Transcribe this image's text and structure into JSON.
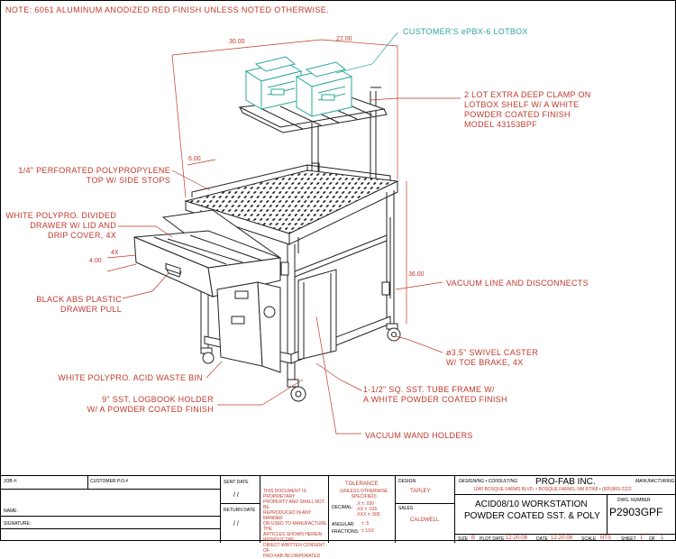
{
  "header_note": "NOTE: 6061 ALUMINUM ANODIZED RED FINISH UNLESS NOTED OTHERWISE.",
  "dimensions": {
    "width_30": "30.00",
    "depth_27": "27.00",
    "depth_6": "6.00",
    "drawer_4": "4.00",
    "drawer_4x": "4X",
    "height_36": "36.00"
  },
  "callouts": {
    "lotbox": "CUSTOMER'S ePBX-6 LOTBOX",
    "clamp": [
      "2 LOT EXTRA DEEP CLAMP ON",
      "LOTBOX SHELF W/ A WHITE",
      "POWDER COATED FINISH",
      "MODEL 43153BPF"
    ],
    "top": [
      "1/4\" PERFORATED POLYPROPYLENE",
      "TOP W/ SIDE STOPS"
    ],
    "drawer": [
      "WHITE POLYPRO. DIVIDED",
      "DRAWER W/ LID AND",
      "DRIP COVER, 4X"
    ],
    "pull": [
      "BLACK ABS PLASTIC",
      "DRAWER PULL"
    ],
    "vacuum_line": "VACUUM LINE AND DISCONNECTS",
    "caster": [
      "ø3.5\" SWIVEL CASTER",
      "W/ TOE BRAKE, 4X"
    ],
    "waste_bin": "WHITE POLYPRO. ACID WASTE BIN",
    "frame": [
      "1-1/2\" SQ. SST. TUBE FRAME W/",
      "A WHITE POWDER COATED FINISH"
    ],
    "logbook": [
      "9\" SST. LOGBOOK HOLDER",
      "W/ A POWDER COATED FINISH"
    ],
    "wand": "VACUUM WAND HOLDERS"
  },
  "title_block": {
    "job_label": "JOB #:",
    "customer_po_label": "CUSTOMER P.O.#",
    "name_label": "NAME:",
    "signature_label": "SIGNATURE:",
    "sent_date_label": "SENT DATE",
    "sent_date_value": "/ /",
    "return_date_label": "RETURN DATE",
    "return_date_value": "/ /",
    "proprietary": [
      "THIS DOCUMENT IS PROPRIETARY",
      "PROPERTY AND SHALL NOT BE",
      "REPRODUCED IN ANY MANNER",
      "OR USED TO MANUFACTURE THE",
      "ARTICLES SHOWN HEREIN WITHOUT THE",
      "DIRECT WRITTEN CONSENT OF",
      "PRO-FAB INCORPORATED"
    ],
    "tolerance_title": "TOLERANCE",
    "tolerance_sub": [
      "(UNLESS OTHERWISE",
      "SPECIFIED)"
    ],
    "decimal_label": "DECIMAL:",
    "decimal_rows": [
      ".X  ± .030",
      ".XX ± .015",
      ".XXX ± .005"
    ],
    "angular_label": "ANGULAR:",
    "angular_value": "± .5",
    "fractions_label": "FRACTIONS:",
    "fractions_value": "± 1/16",
    "design_label": "DESIGN",
    "design_value": "TAPLEY",
    "sales_label": "SALES",
    "sales_value": "CALDWELL",
    "company_left": "DESIGNING • CONSULTING",
    "company_name": "PRO-FAB INC.",
    "company_right": "MANUFACTURING",
    "company_address": "1040 BOSQUE FARMS BLVD. • BOSQUE FARMS, NM 87068 • (505)869-2222",
    "title_line1": "ACID08/10 WORKSTATION",
    "title_line2": "POWDER COATED SST. & POLY",
    "dwg_number_label": "DWG. NUMBER",
    "dwg_number": "P2903GPF",
    "size_label": "SIZE",
    "size_value": "B",
    "plot_date_label": "PLOT DATE",
    "plot_date_value": "12-20-08",
    "date_label": "DATE",
    "date_value": "12-20-08",
    "scale_label": "SCALE",
    "scale_value": "NTS",
    "sheet_label": "SHEET",
    "sheet_value": "1",
    "of_label": "OF",
    "of_value": "1"
  }
}
